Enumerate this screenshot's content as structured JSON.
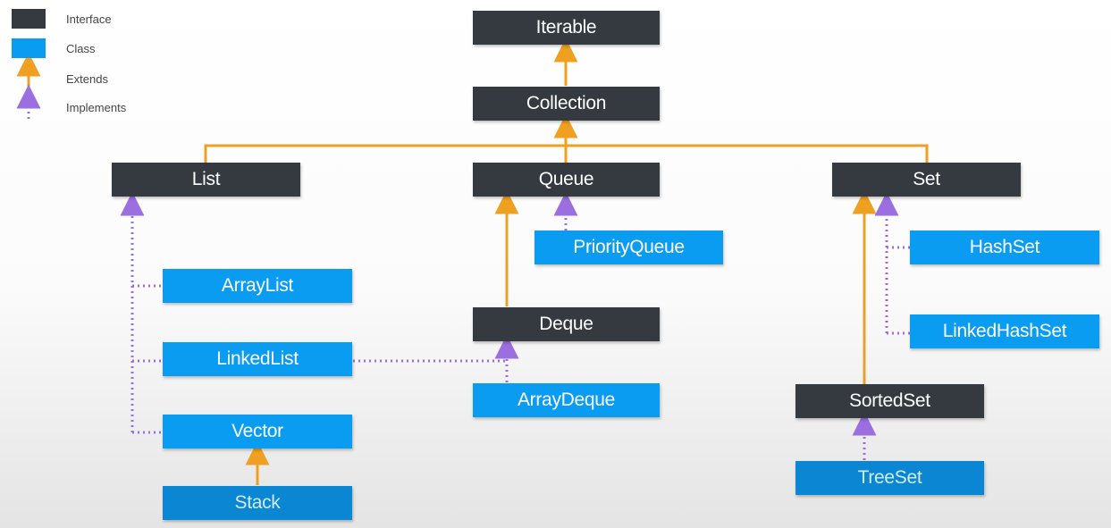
{
  "legend": {
    "interface": "Interface",
    "class": "Class",
    "extends": "Extends",
    "implements": "Implements"
  },
  "colors": {
    "interface": "#343a40",
    "class": "#0a9cf0",
    "extends_arrow": "#f0a020",
    "implements_arrow": "#9b6fe0"
  },
  "nodes": {
    "iterable": "Iterable",
    "collection": "Collection",
    "list": "List",
    "queue": "Queue",
    "set": "Set",
    "arraylist": "ArrayList",
    "linkedlist": "LinkedList",
    "vector": "Vector",
    "stack": "Stack",
    "priorityqueue": "PriorityQueue",
    "deque": "Deque",
    "arraydeque": "ArrayDeque",
    "hashset": "HashSet",
    "linkedhashset": "LinkedHashSet",
    "sortedset": "SortedSet",
    "treeset": "TreeSet"
  }
}
